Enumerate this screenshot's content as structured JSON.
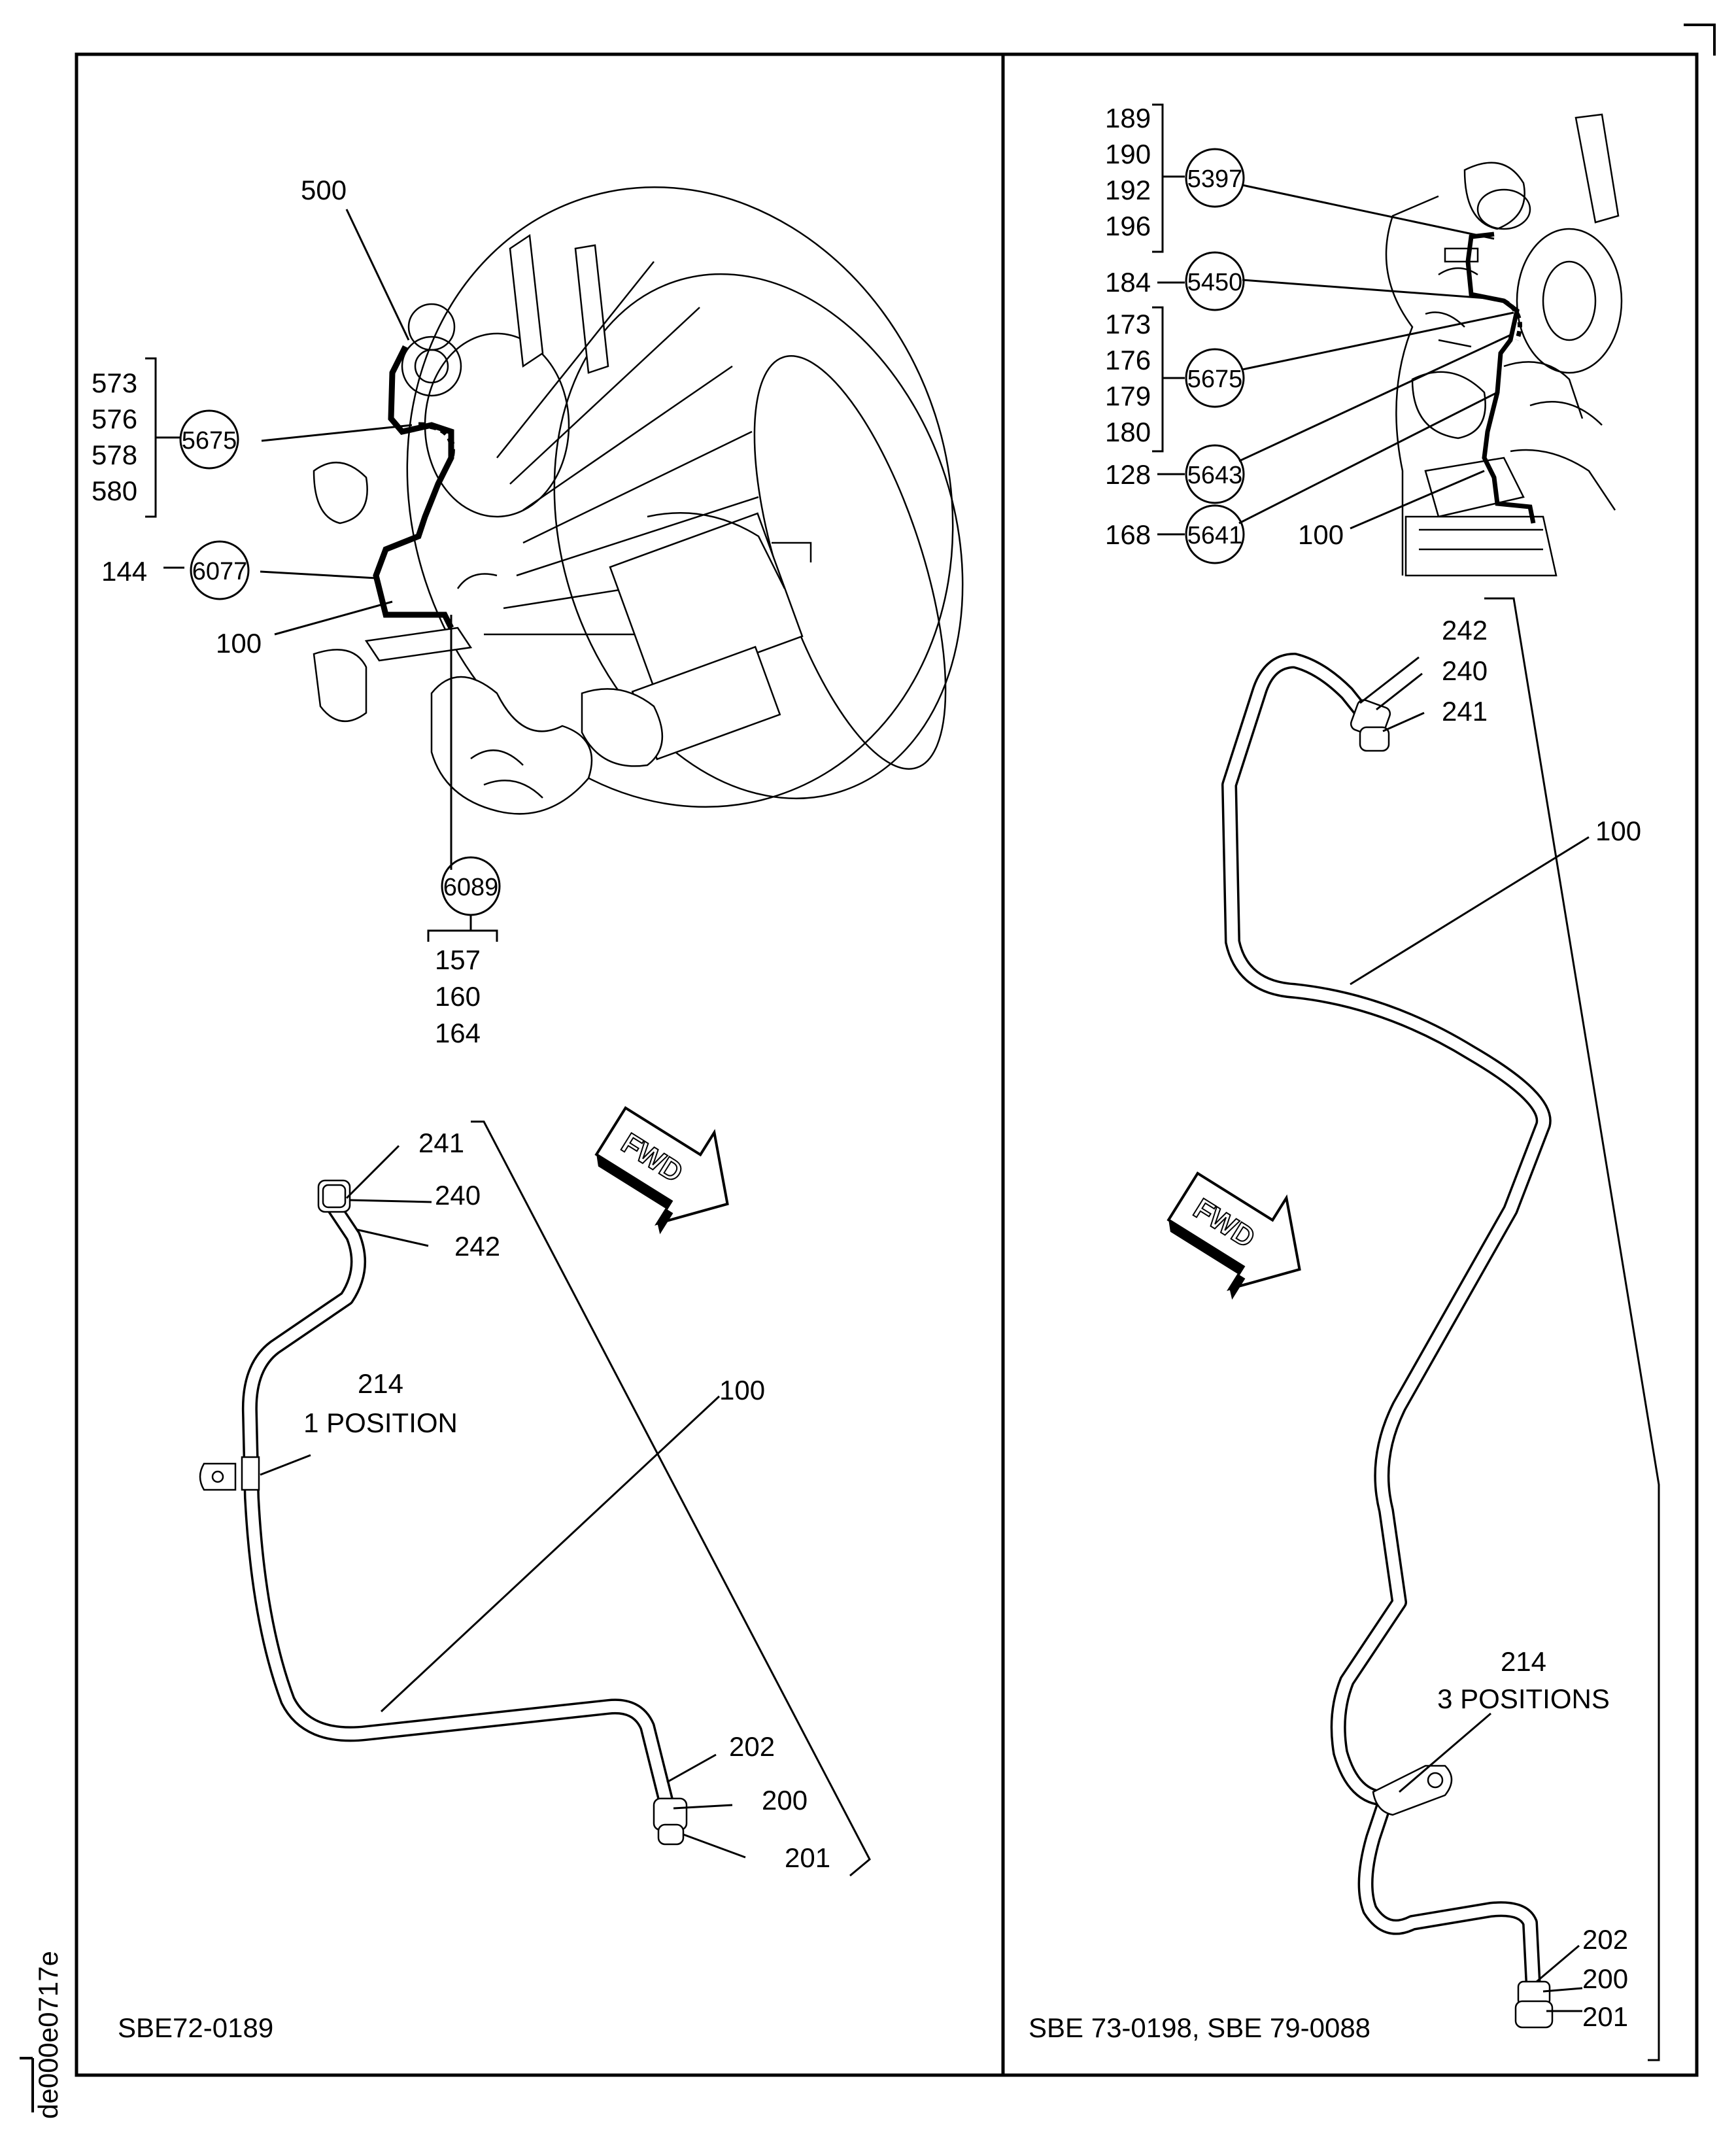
{
  "corner_mark": "",
  "left_panel": {
    "callouts": {
      "c500": "500",
      "c573": "573",
      "c576": "576",
      "c578": "578",
      "c580": "580",
      "c5675": "5675",
      "c144": "144",
      "c6077": "6077",
      "c100_top": "100",
      "c6089": "6089",
      "c157": "157",
      "c160": "160",
      "c164": "164",
      "c241": "241",
      "c240": "240",
      "c242": "242",
      "c214": "214",
      "note_1pos": "1 POSITION",
      "c100_bottom": "100",
      "c202": "202",
      "c200": "200",
      "c201": "201"
    },
    "fwd_label": "FWD",
    "bulletin": "SBE72-0189"
  },
  "right_panel": {
    "callouts": {
      "c189": "189",
      "c190": "190",
      "c192": "192",
      "c196": "196",
      "c5397": "5397",
      "c184": "184",
      "c5450": "5450",
      "c173": "173",
      "c176": "176",
      "c179": "179",
      "c180": "180",
      "c5675": "5675",
      "c128": "128",
      "c5643": "5643",
      "c168": "168",
      "c5641": "5641",
      "c100_top": "100",
      "c242": "242",
      "c240": "240",
      "c241": "241",
      "c100_mid": "100",
      "c214": "214",
      "note_3pos": "3 POSITIONS",
      "c202": "202",
      "c200": "200",
      "c201": "201"
    },
    "fwd_label": "FWD",
    "bulletin": "SBE 73-0198, SBE 79-0088"
  },
  "drawing_id": "de000e0717e"
}
